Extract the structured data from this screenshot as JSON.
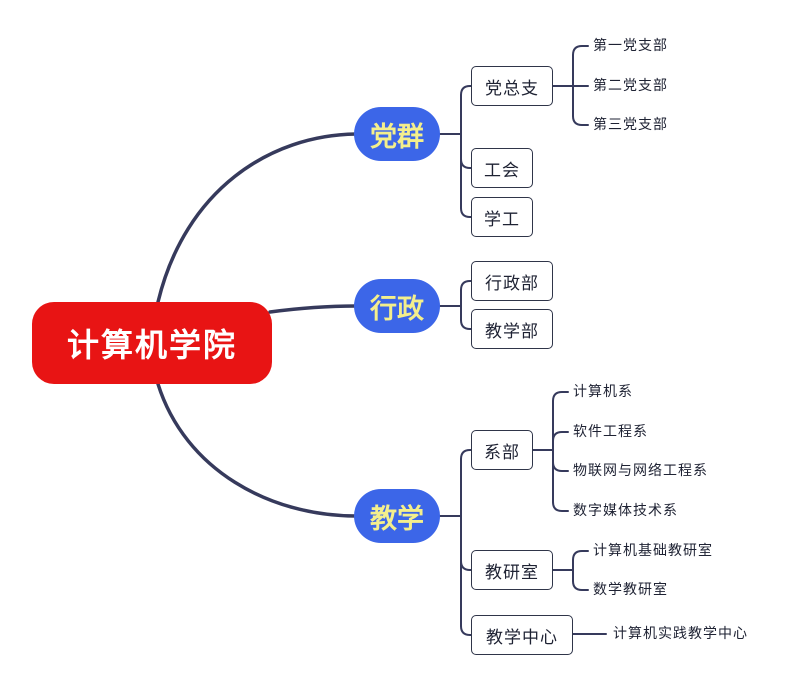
{
  "root": {
    "label": "计算机学院"
  },
  "categories": [
    {
      "label": "党群",
      "children": [
        {
          "label": "党总支",
          "children": [
            "第一党支部",
            "第二党支部",
            "第三党支部"
          ]
        },
        {
          "label": "工会",
          "children": []
        },
        {
          "label": "学工",
          "children": []
        }
      ]
    },
    {
      "label": "行政",
      "children": [
        {
          "label": "行政部",
          "children": []
        },
        {
          "label": "教学部",
          "children": []
        }
      ]
    },
    {
      "label": "教学",
      "children": [
        {
          "label": "系部",
          "children": [
            "计算机系",
            "软件工程系",
            "物联网与网络工程系",
            "数字媒体技术系"
          ]
        },
        {
          "label": "教研室",
          "children": [
            "计算机基础教研室",
            "数学教研室"
          ]
        },
        {
          "label": "教学中心",
          "children": [
            "计算机实践教学中心"
          ]
        }
      ]
    }
  ],
  "colors": {
    "root_fill": "#e81414",
    "root_text": "#ffffff",
    "category_fill": "#3c66e8",
    "category_text": "#f4ef8c",
    "line": "#363a5c",
    "box_border": "#2f3549"
  }
}
